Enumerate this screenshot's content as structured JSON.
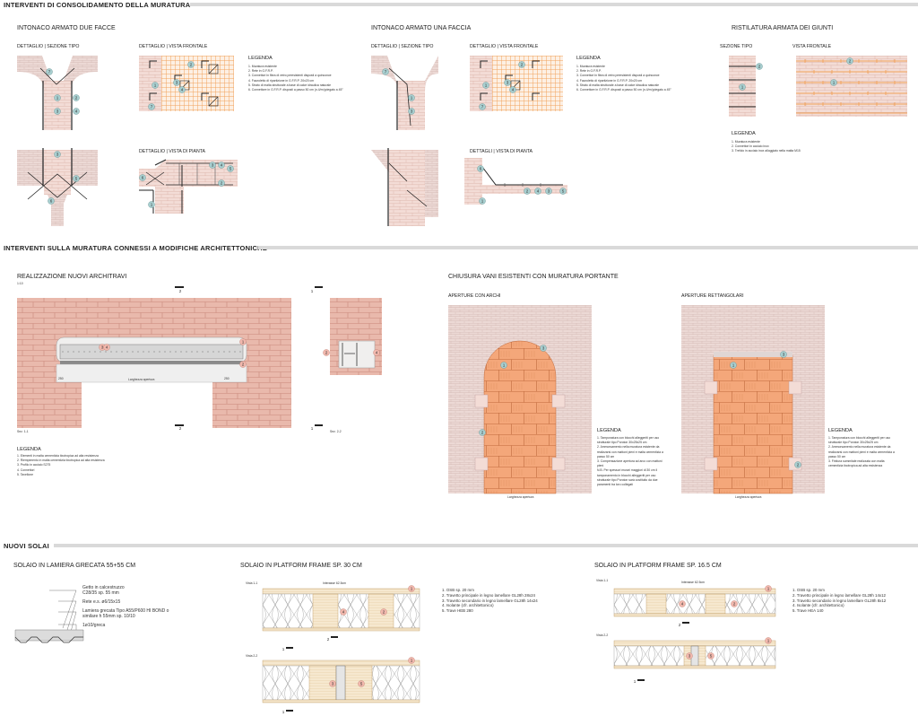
{
  "sections": {
    "s1": "INTERVENTI DI CONSOLIDAMENTO DELLA MURATURA",
    "s2": "INTERVENTI SULLA MURATURA CONNESSI A MODIFICHE ARCHITETTONICHE",
    "s3": "NUOVI SOLAI"
  },
  "due_facce": {
    "title": "INTONACO ARMATO DUE FACCE",
    "sezione": "DETTAGLIO | SEZIONE TIPO",
    "frontale": "DETTAGLIO | VISTA FRONTALE",
    "pianta": "DETTAGLIO | VISTA DI PIANTA",
    "legend_title": "LEGENDA",
    "legend": [
      "1. Muratura esistente",
      "2. Rete in G.F.R.P.",
      "3. Connettori in fibra di vetro preesistenti disposti a quinconce",
      "4. Fazzoletto di ripartizione in G.F.R.P. 20x20 cm",
      "5. Strato di malta strutturale a base di calce idraulica naturale",
      "6. Connettore in G.F.R.P. disposti a passo 50 cm (n.4/m²)piegato a 45°"
    ]
  },
  "una_faccia": {
    "title": "INTONACO ARMATO UNA FACCIA",
    "sezione": "DETTAGLIO | SEZIONE TIPO",
    "frontale": "DETTAGLIO | VISTA FRONTALE",
    "pianta": "DETTAGLI | VISTA DI PIANTA",
    "legend_title": "LEGENDA",
    "legend": [
      "1. Muratura esistente",
      "2. Rete in G.F.R.P.",
      "3. Connettori in fibra di vetro preesistenti disposti a quinconce",
      "4. Fazzoletto di ripartizione in G.F.R.P. 20x20 cm",
      "5. Strato di malta strutturale a base di calce idraulica naturale",
      "6. Connettore in G.F.R.P. disposti a passo 50 cm (n.4/m²)piegato a 45°"
    ]
  },
  "ristilatura": {
    "title": "RISTILATURA ARMATA DEI GIUNTI",
    "sezione": "SEZIONE TIPO",
    "frontale": "VISTA FRONTALE",
    "legend_title": "LEGENDA",
    "legend": [
      "1. Muratura esistente",
      "2. Connettori in acciaio inox",
      "3. Trefolo in acciaio inox alloggiato nella malta M15"
    ]
  },
  "architravi": {
    "title": "REALIZZAZIONE NUOVI ARCHITRAVI",
    "scale": "1:10",
    "sec_a": "Sez. 1-1",
    "sec_b": "Sez. 2-2",
    "opening": "Larghezza apertura",
    "dim_left": "250",
    "dim_right": "250",
    "legend_title": "LEGENDA",
    "legend": [
      "1. Elementi in malta cementizia tixotropica ad alta resistenza",
      "2. Riempimento in malta cementizia tixotropica ad alta resistenza",
      "3. Profilo in acciaio S275",
      "4. Connettori",
      "5. Tavellone"
    ]
  },
  "chiusura": {
    "title": "CHIUSURA VANI ESISTENTI CON MURATURA PORTANTE",
    "archi": "APERTURE CON ARCHI",
    "rett": "APERTURE RETTANGOLARI",
    "opening": "Larghezza apertura",
    "legend_title_a": "LEGENDA",
    "legend_a": [
      "1. Tamponatura con blocchi alleggeriti per uso",
      "strutturale tipo Poroton 30x25x25 cm",
      "",
      "2. Ammorsamento nella muratura esistente da",
      "realizzarsi con mattoni pieni e malta cementizia a",
      "passo 50 cm",
      "",
      "3. Compensazione apertura ad arco con mattoni",
      "pieni",
      "",
      "N.B. Per spessori murari maggiori di 30 cm il",
      "tamponamento in blocchi alleggeriti per uso",
      "strutturale tipo Poroton sarà costituito da due",
      "paramenti tra loro collegati"
    ],
    "legend_title_b": "LEGENDA",
    "legend_b": [
      "1. Tamponatura con blocchi alleggeriti per uso",
      "strutturale tipo Poroton 30x25x25 cm",
      "",
      "2. Ammorsamento nella muratura esistente da",
      "realizzarsi con mattoni pieni e malta cementizia a",
      "passo 50 cm",
      "",
      "3. Finitura sommitale realizzata con malta",
      "cementizia tixotropica ad alta resistenza"
    ]
  },
  "lamiera": {
    "title": "SOLAIO IN LAMIERA GRECATA 55+55 CM",
    "notes": [
      "Getto in calcestruzzo",
      "C28/35 sp. 55 mm",
      "Rete e.s. ø6/15x15",
      "Lamiera grecata Tipo A55/P600 HI BOND o",
      "similare h 55mm sp. 10/10",
      "1ø10/greca"
    ]
  },
  "platform30": {
    "title": "SOLAIO IN PLATFORM FRAME SP. 30 CM",
    "vista1": "Vista 1-1",
    "vista2": "Vista 2-2",
    "interasse": "Interasse 62.5cm",
    "legend": [
      "1. OSB sp. 20 mm",
      "2. Travetto principale in legno lamellare GL28h 28x24",
      "3. Travetto secondario in legno lamellare GL28h 14x24",
      "4. Isolante (cfr. architettonico)",
      "5. Trave HEB 280"
    ]
  },
  "platform16": {
    "title": "SOLAIO IN PLATFORM FRAME SP. 16.5 CM",
    "vista1": "Vista 1-1",
    "vista2": "Vista 2-2",
    "interasse": "Interasse 62.5cm",
    "legend": [
      "1. OSB sp. 20 mm",
      "2. Travetto principale in legno lamellare GL28h 14x12",
      "3. Travetto secondario in legno lamellare GL28h 8x12",
      "4. Isolante (cfr. architettonico)",
      "5. Trave HEA 140"
    ]
  },
  "markers": {
    "one": "1",
    "two": "2",
    "three": "3",
    "four": "4",
    "five": "5",
    "six": "6",
    "seven": "7"
  },
  "colors": {
    "brick": "#e9b9ac",
    "brick_line": "#c9877a",
    "mesh": "#f2a35b",
    "marker_blue": "#a8cfd0",
    "marker_red": "#f2b8ad",
    "osb": "#f3d9a0",
    "rule": "#d9d9d9"
  }
}
